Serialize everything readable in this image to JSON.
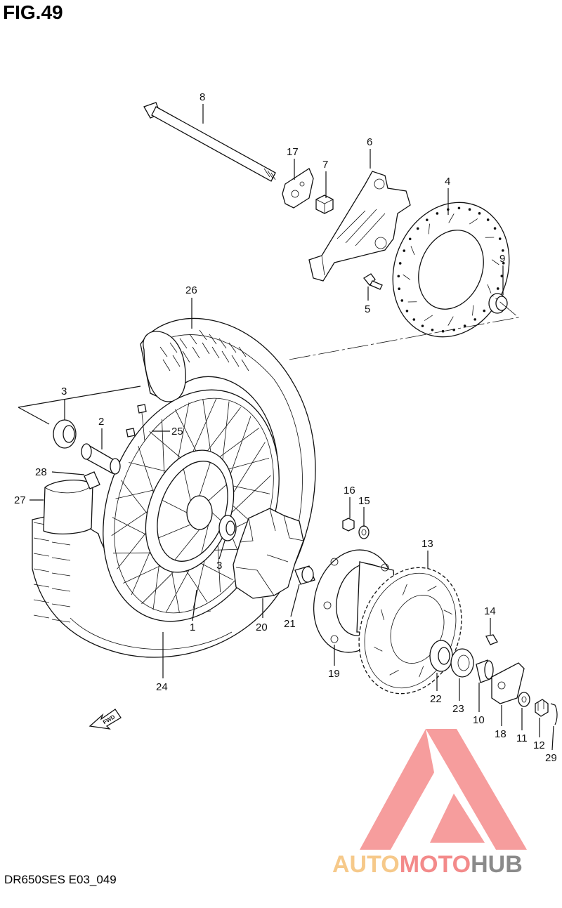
{
  "figure": {
    "title": "FIG.49",
    "code": "DR650SES E03_049"
  },
  "watermark": {
    "parts": [
      {
        "text": "AUTO",
        "color": "#f6c98a"
      },
      {
        "text": "MOTO",
        "color": "#f38a8a"
      },
      {
        "text": "HUB",
        "color": "#8a8a8a"
      }
    ],
    "logo_color": "#f58d8d"
  },
  "fwd_label": "FWD",
  "callouts": [
    {
      "id": "1",
      "label": "1"
    },
    {
      "id": "2",
      "label": "2"
    },
    {
      "id": "3a",
      "label": "3"
    },
    {
      "id": "3b",
      "label": "3"
    },
    {
      "id": "4",
      "label": "4"
    },
    {
      "id": "5",
      "label": "5"
    },
    {
      "id": "6",
      "label": "6"
    },
    {
      "id": "7",
      "label": "7"
    },
    {
      "id": "8",
      "label": "8"
    },
    {
      "id": "9",
      "label": "9"
    },
    {
      "id": "10",
      "label": "10"
    },
    {
      "id": "11",
      "label": "11"
    },
    {
      "id": "12",
      "label": "12"
    },
    {
      "id": "13",
      "label": "13"
    },
    {
      "id": "14",
      "label": "14"
    },
    {
      "id": "15",
      "label": "15"
    },
    {
      "id": "16",
      "label": "16"
    },
    {
      "id": "17",
      "label": "17"
    },
    {
      "id": "18",
      "label": "18"
    },
    {
      "id": "19",
      "label": "19"
    },
    {
      "id": "20",
      "label": "20"
    },
    {
      "id": "21",
      "label": "21"
    },
    {
      "id": "22",
      "label": "22"
    },
    {
      "id": "23",
      "label": "23"
    },
    {
      "id": "24",
      "label": "24"
    },
    {
      "id": "25",
      "label": "25"
    },
    {
      "id": "26",
      "label": "26"
    },
    {
      "id": "27",
      "label": "27"
    },
    {
      "id": "28",
      "label": "28"
    },
    {
      "id": "29",
      "label": "29"
    }
  ]
}
